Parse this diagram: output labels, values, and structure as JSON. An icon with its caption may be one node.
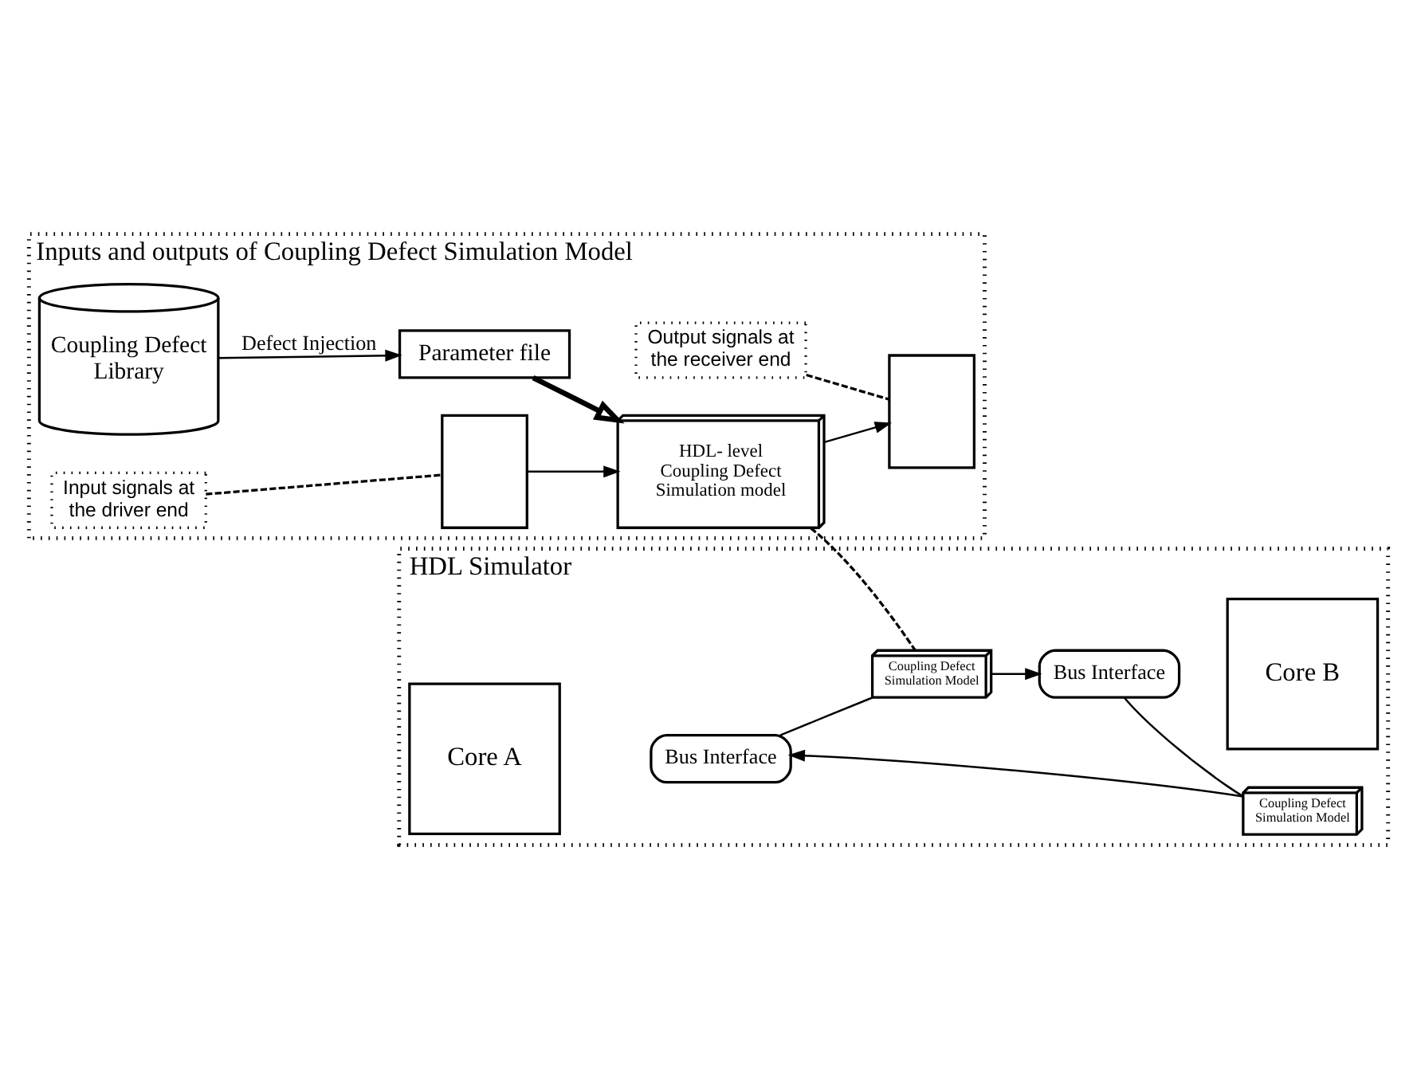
{
  "diagram": {
    "nodes": [
      {
        "text": [
          "Inputs and outputs of Coupling Defect Simulation Model"
        ]
      },
      {
        "text": [
          "Coupling Defect Library"
        ],
        "in": 0
      },
      {
        "text": [
          "Parameter file"
        ],
        "in": 0
      },
      {
        "text": [
          "Input signals at the driver end"
        ],
        "in": 0
      },
      {
        "text": [],
        "shape": "box",
        "in": 0
      },
      {
        "text": [
          "HDL- level Coupling Defect Simulation model"
        ],
        "in": 0
      },
      {
        "text": [
          "Output signals at the receiver end"
        ],
        "in": 0
      },
      {
        "text": [],
        "shape": "box",
        "in": 0
      },
      {
        "text": [
          "HDL Simulator"
        ]
      },
      {
        "text": [
          "Core A"
        ],
        "in": 8
      },
      {
        "text": [
          "Bus Interface"
        ],
        "in": 8
      },
      {
        "text": [
          "Coupling Defect Simulation Model"
        ],
        "in": 8
      },
      {
        "text": [
          "Coupling Defect Simulation Model"
        ],
        "in": 8
      },
      {
        "text": [
          "Bus Interface"
        ],
        "in": 8
      },
      {
        "text": [
          "Core B"
        ],
        "in": 8
      }
    ],
    "edges": [
      {
        "from": 1,
        "to": 2,
        "arrow": "to",
        "label": "Defect Injection"
      },
      {
        "from": 2,
        "to": 5,
        "arrow": "to",
        "style": "thick"
      },
      {
        "from": 3,
        "to": 4,
        "arrow": "none",
        "style": "dashed"
      },
      {
        "from": 6,
        "to": 7,
        "arrow": "none",
        "style": "dashed"
      },
      {
        "from": 4,
        "to": 5,
        "arrow": "to"
      },
      {
        "from": 5,
        "to": 7,
        "arrow": "to"
      },
      {
        "from": 5,
        "to": 11,
        "arrow": "none",
        "style": "dashed"
      },
      {
        "from": 10,
        "to": 11,
        "arrow": "none"
      },
      {
        "from": 11,
        "to": 13,
        "arrow": "to"
      },
      {
        "from": 13,
        "to": 12,
        "arrow": "none"
      },
      {
        "from": 12,
        "to": 10,
        "arrow": "to"
      }
    ]
  }
}
